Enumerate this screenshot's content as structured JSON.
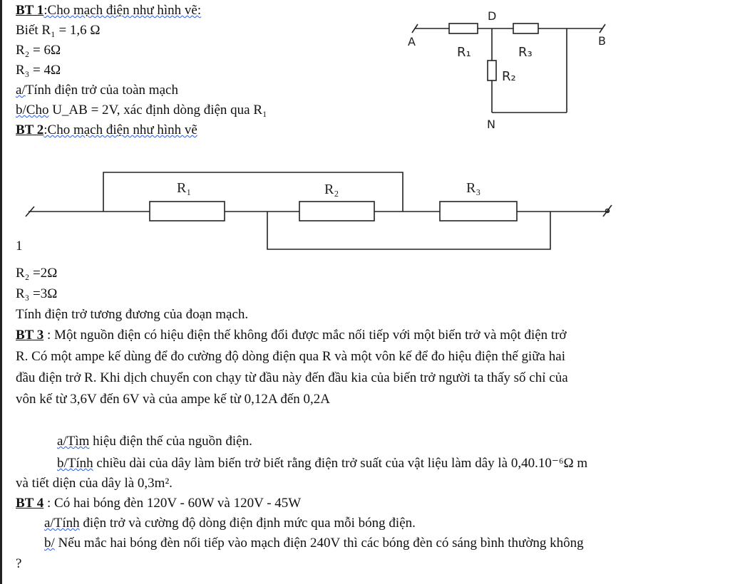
{
  "bt1": {
    "title": "BT 1",
    "title_rest": ":Cho mạch điện như hình vẽ:",
    "given_prefix": "Biết ",
    "r1": "R₁ = 1,6 Ω",
    "r2": "R₂ = 6Ω",
    "r3": "R₃ = 4Ω",
    "a_marker": "a/",
    "a_rest": "Tính điện trở của toàn mạch",
    "b_marker": "b/Cho",
    "b_rest": " U_AB = 2V, xác định dòng điện qua R₁",
    "diagram": {
      "label_D": "D",
      "label_A": "A",
      "label_B": "B",
      "label_N": "N",
      "label_R1": "R₁",
      "label_R2": "R₂",
      "label_R3": "R₃"
    }
  },
  "bt2": {
    "title": "BT 2",
    "title_rest": ":Cho mạch điện như hình vẽ",
    "diagram": {
      "label_R1": "R₁",
      "label_R2": "R₂",
      "label_R3": "R₃"
    },
    "stray": "1",
    "r2": "R₂ =2Ω",
    "r3": "R₃ =3Ω",
    "question": "Tính điện trở tương đương của đoạn mạch."
  },
  "bt3": {
    "title": "BT 3",
    "line1": " : Một nguồn điện có hiệu điện thế không đổi được mắc nối tiếp với một biến trở và một điện trở",
    "line2": "R. Có một ampe kế dùng để đo cường độ dòng điện qua R và một vôn kế để đo hiệu điện thế giữa hai",
    "line3": "đầu  điện trở R. Khi dịch chuyển con chạy từ đầu này đến đầu kia của biến trở người ta thấy số chỉ của",
    "line4": "vôn kế từ 3,6V đến 6V và của ampe kế từ 0,12A đến 0,2A",
    "a_marker": "a/Tìm",
    "a_rest": " hiệu điện thế của nguồn điện.",
    "b_marker": "b/Tính",
    "b_rest": " chiều dài của dây làm biến trở biết rằng điện trở suất của vật liệu làm dây là 0,40.10⁻⁶Ω m",
    "b_line2": "và tiết diện của dây là 0,3m²."
  },
  "bt4": {
    "title": "BT 4",
    "title_rest": " : Có hai bóng đèn   120V - 60W và 120V - 45W",
    "a_marker": "a/Tính",
    "a_rest": " điện trở và cường độ dòng điện  định mức qua mỗi bóng điện.",
    "b_marker": "b/",
    "b_rest": " Nếu mắc hai bóng đèn  nối tiếp vào mạch điện 240V thì các bóng đèn có sáng bình thường không",
    "end": "?"
  }
}
